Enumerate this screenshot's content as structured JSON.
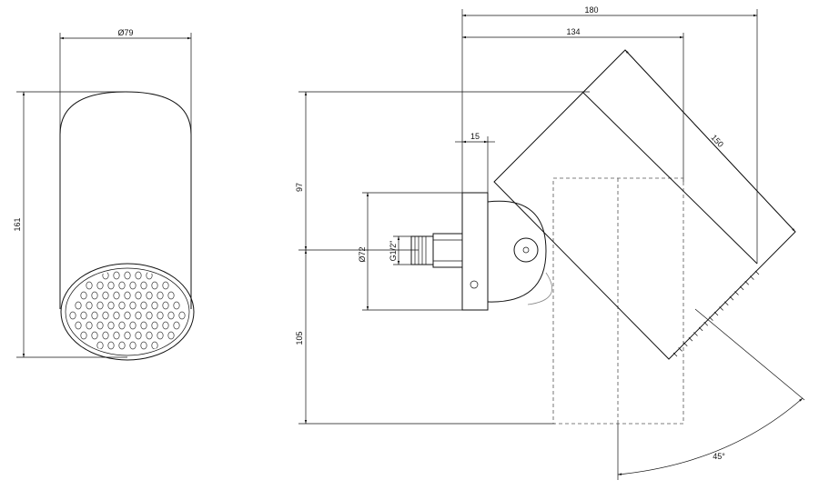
{
  "front_view": {
    "diameter_label": "Ø79",
    "height_label": "161"
  },
  "side_view": {
    "overall_width_label": "180",
    "inner_width_label": "134",
    "length_label": "150",
    "flange_label": "15",
    "top_height_label": "97",
    "bottom_height_label": "105",
    "flange_diameter_label": "Ø72",
    "thread_label": "G1/2\"",
    "angle_label": "45°"
  },
  "colors": {
    "line": "#111111",
    "hidden": "#555555",
    "background": "#ffffff"
  }
}
